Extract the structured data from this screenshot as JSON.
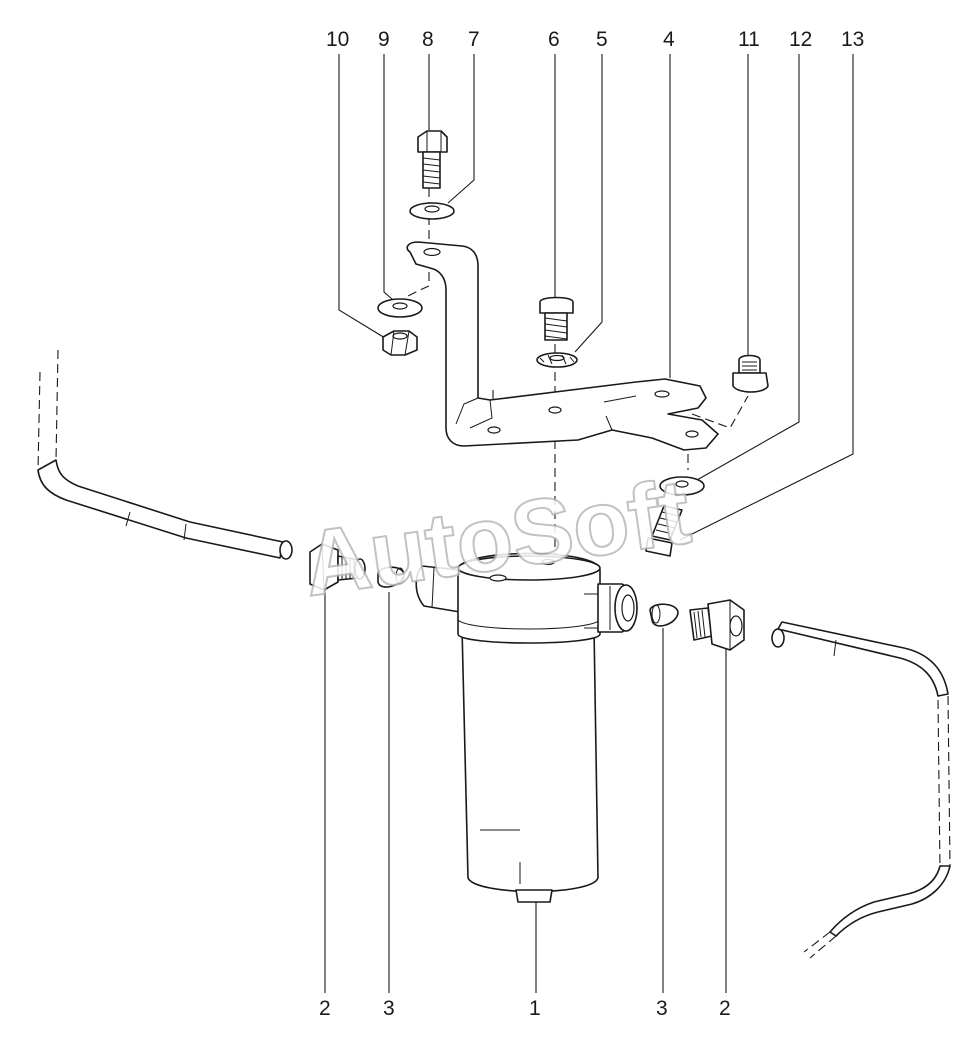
{
  "watermark": "AutoSoft",
  "callouts_top": [
    "10",
    "9",
    "8",
    "7",
    "6",
    "5",
    "4",
    "11",
    "12",
    "13"
  ],
  "callouts_bottom": [
    "2",
    "3",
    "1",
    "3",
    "2"
  ],
  "colors": {
    "line": "#1a1a1a",
    "background": "#ffffff",
    "watermark": "#b8b8b8"
  }
}
